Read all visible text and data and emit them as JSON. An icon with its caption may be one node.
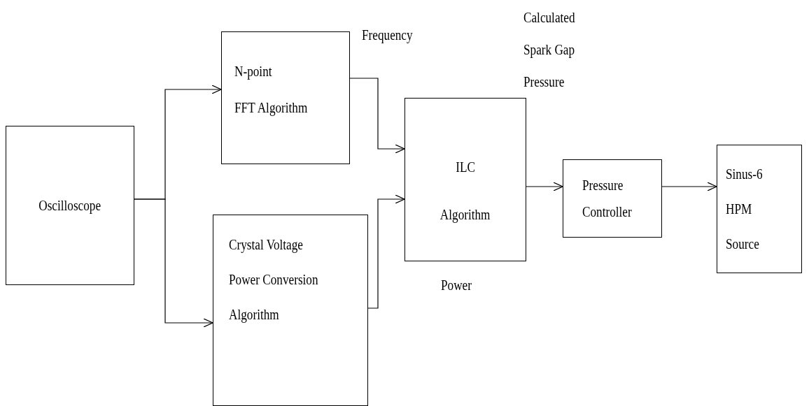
{
  "diagram": {
    "nodes": [
      {
        "text": [
          "Oscilloscope"
        ]
      },
      {
        "text": [
          "N-point",
          "FFT Algorithm"
        ]
      },
      {
        "text": [
          "Crystal Voltage",
          "Power Conversion",
          "Algorithm"
        ]
      },
      {
        "text": [
          "ILC",
          "Algorithm"
        ]
      },
      {
        "text": [
          "Pressure Controller"
        ]
      },
      {
        "text": [
          "Sinus-6 HPM Source"
        ]
      }
    ],
    "edges": [
      {
        "from": 0,
        "to": 1,
        "arrow": "to"
      },
      {
        "from": 0,
        "to": 2,
        "arrow": "to"
      },
      {
        "from": 1,
        "to": 3,
        "arrow": "to"
      },
      {
        "from": 2,
        "to": 3,
        "arrow": "to"
      },
      {
        "from": 3,
        "to": 4,
        "arrow": "to"
      },
      {
        "from": 4,
        "to": 5,
        "arrow": "to"
      }
    ],
    "labels": [
      "Frequency",
      "Calculated Spark Gap Pressure",
      "Power"
    ]
  }
}
